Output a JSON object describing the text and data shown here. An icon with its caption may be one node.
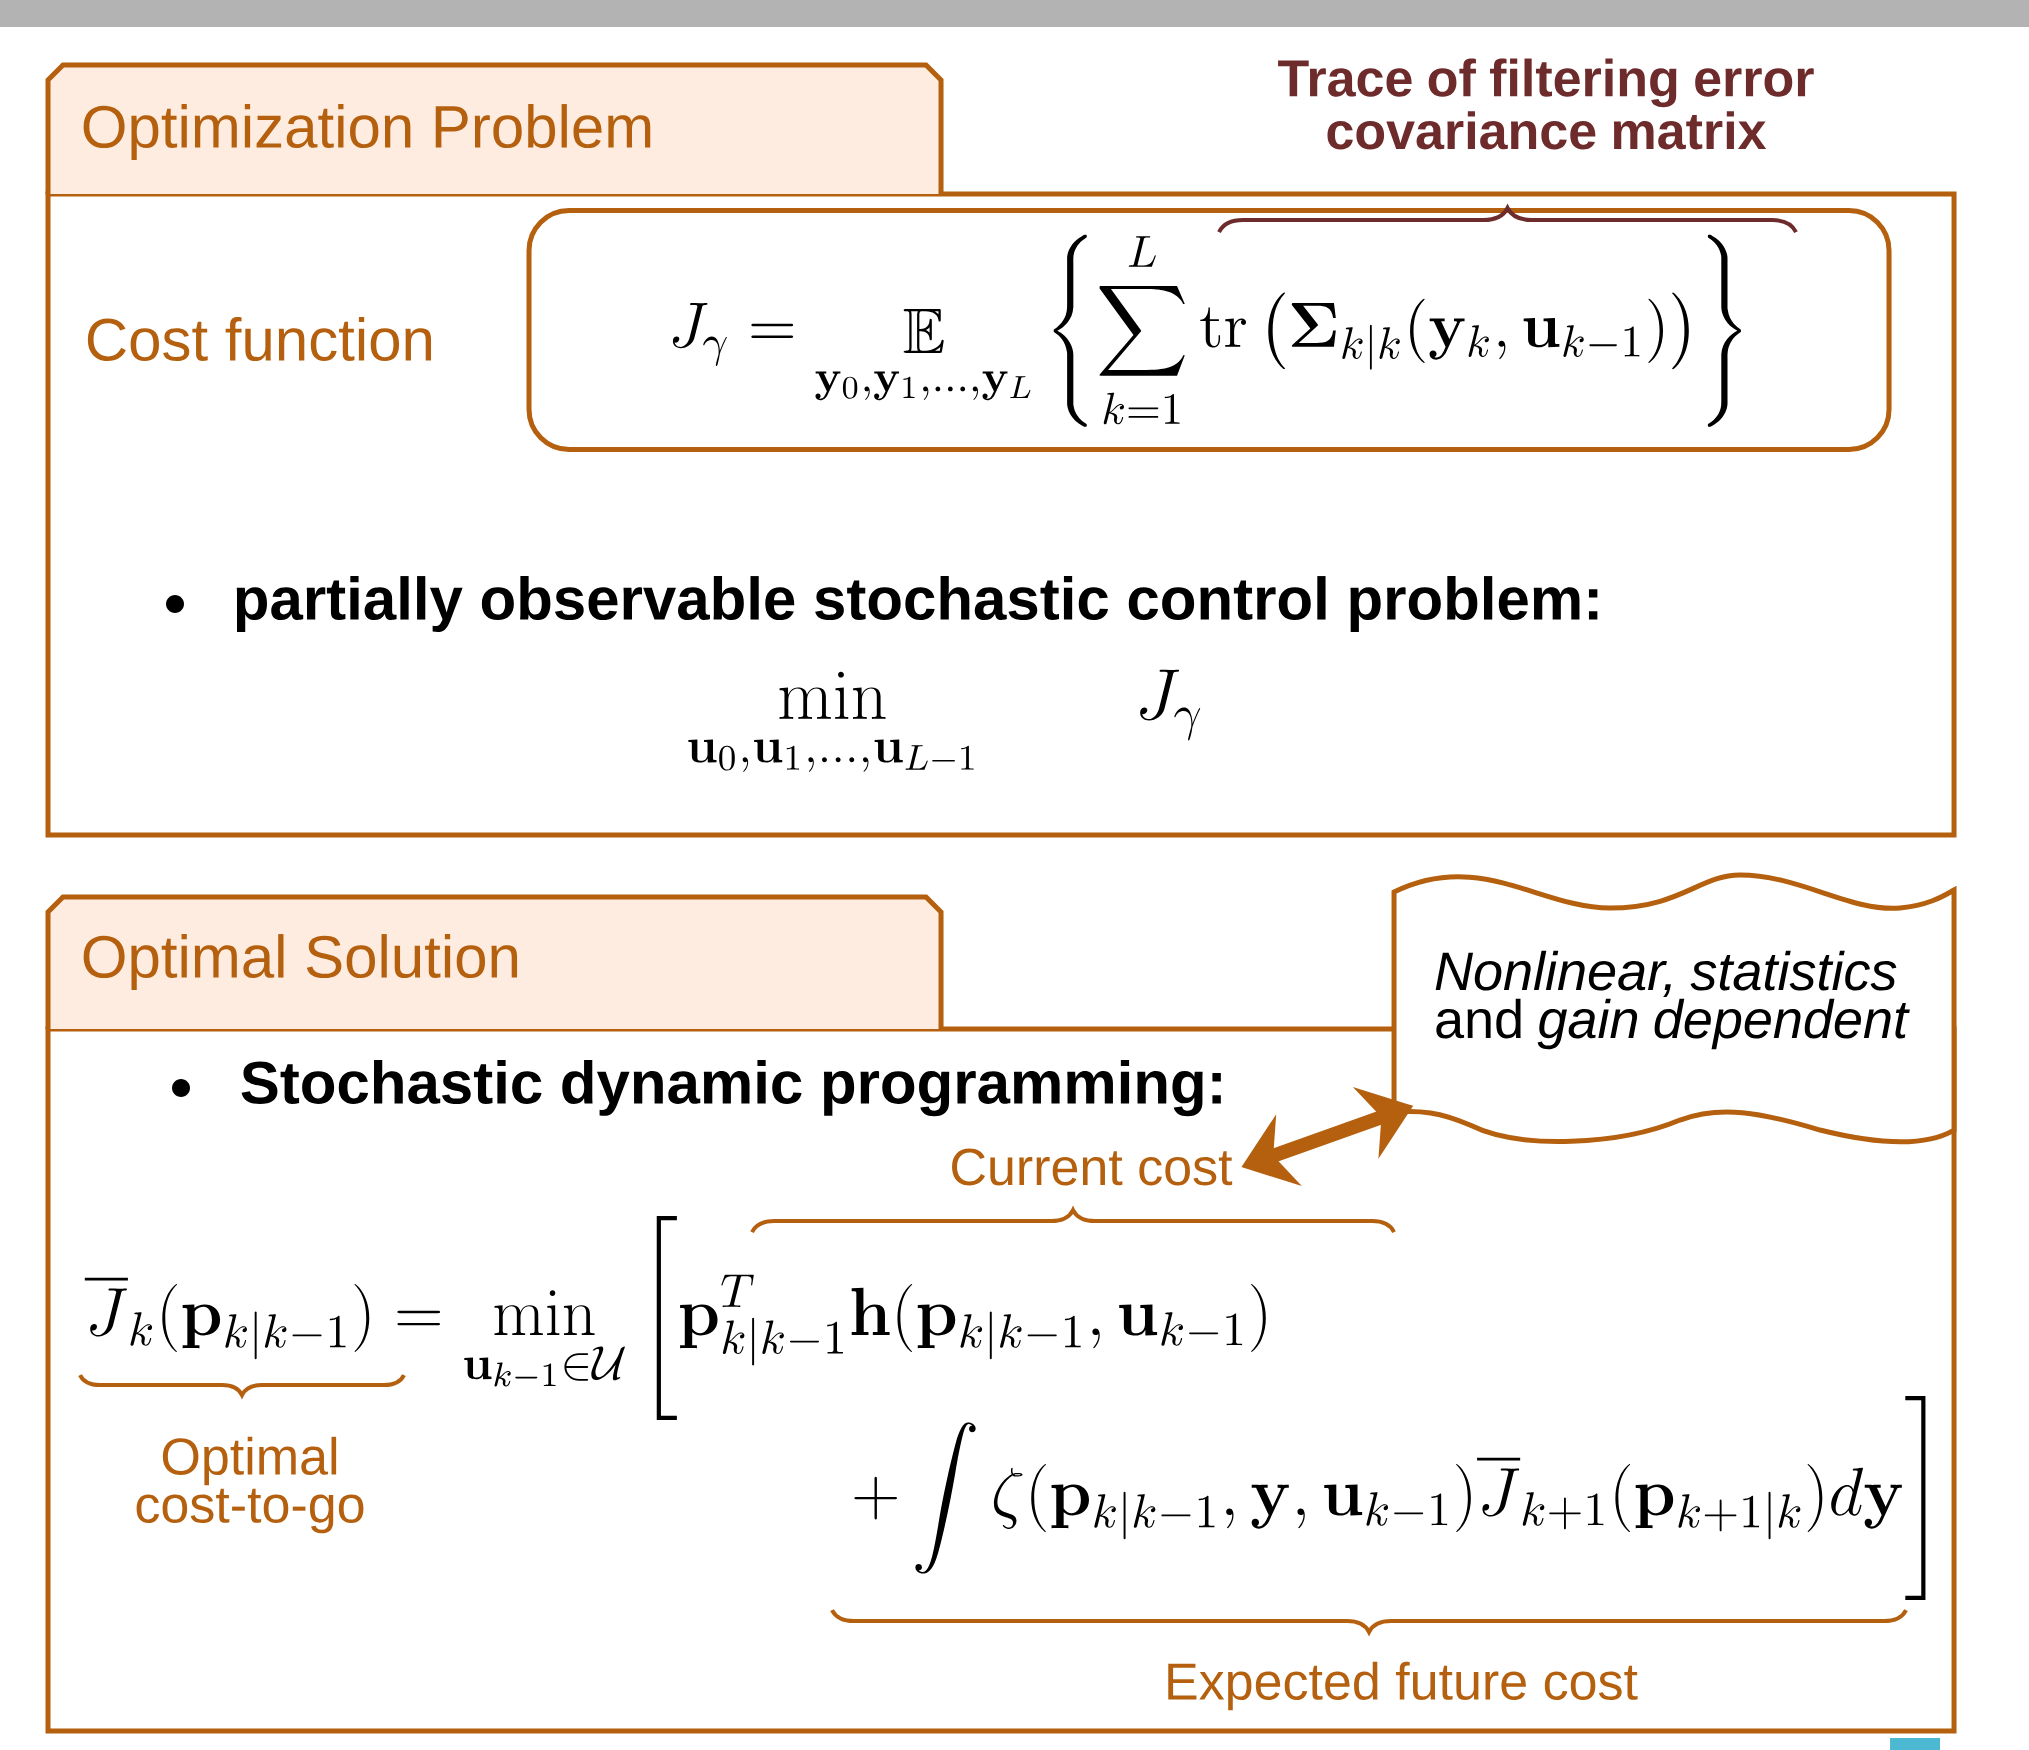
{
  "diagram": {
    "nodes": [
      {
        "text": [
          "Optimization Problem"
        ]
      },
      {
        "text": [
          "J_\\gamma = \\mathop{\\mathbb{E}}_{\\mathbf{y}_0,\\mathbf{y}_1,\\ldots,\\mathbf{y}_L} \\left\\{ \\sum_{k=1}^{L} \\mathrm{tr}\\left(\\boldsymbol{\\Sigma}_{k|k}(\\mathbf{y}_k,\\mathbf{u}_{k-1})\\right) \\right\\}"
        ],
        "in": 0
      },
      {
        "text": [
          "Optimal Solution"
        ]
      },
      {
        "text": [
          "*Nonlinear, statistics* and *gain dependent*"
        ]
      },
      {
        "text": [
          "Current cost"
        ],
        "in": 2
      }
    ],
    "edges": [
      {
        "from": 4,
        "to": 3,
        "arrow": "both"
      }
    ],
    "labels": [
      "Trace of filtering error covariance matrix",
      "Cost function",
      "partially observable stochastic control problem:",
      "\\min_{\\mathbf{u}_0,\\mathbf{u}_1,\\ldots,\\mathbf{u}_{L-1}} \\qquad J_\\gamma",
      "Stochastic dynamic programming:",
      "\\overline{J}_k(\\mathbf{p}_{k|k-1}) = \\min_{\\mathbf{u}_{k-1}\\in\\mathcal{U}} \\Bigg[ \\mathbf{p}^T_{k|k-1}\\mathbf{h}(\\mathbf{p}_{k|k-1},\\mathbf{u}_{k-1})",
      "+ \\int \\zeta(\\mathbf{p}_{k|k-1},\\mathbf{y},\\mathbf{u}_{k-1})\\overline{J}_{k+1}(\\mathbf{p}_{k+1|k})d\\mathbf{y} \\Bigg]",
      "Optimal cost-to-go",
      "Expected future cost"
    ]
  }
}
